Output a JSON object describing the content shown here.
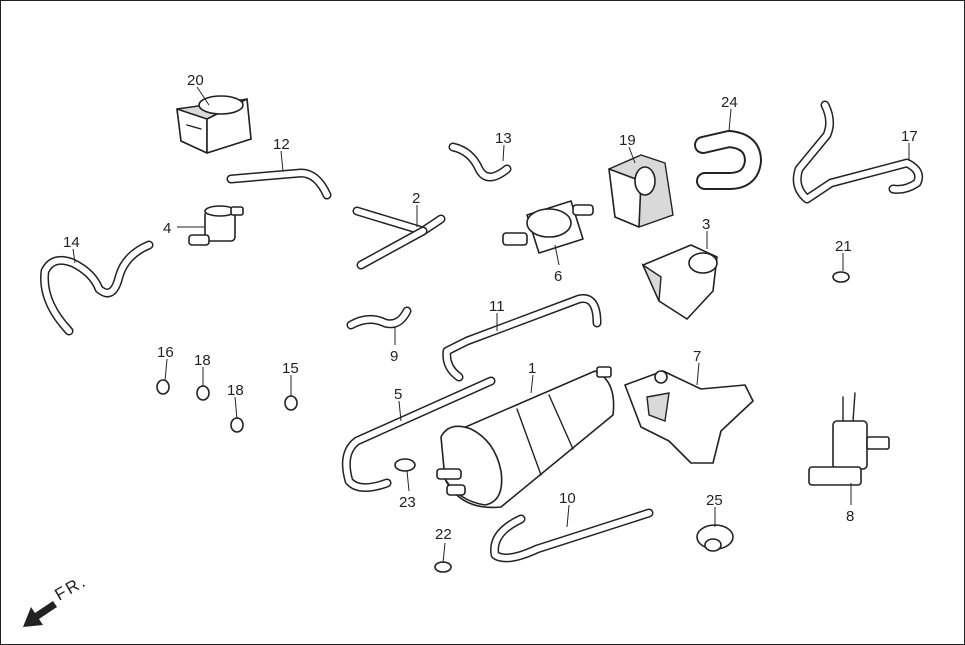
{
  "direction_label": "FR.",
  "callouts": [
    {
      "id": "c1",
      "label": "1"
    },
    {
      "id": "c2",
      "label": "2"
    },
    {
      "id": "c3",
      "label": "3"
    },
    {
      "id": "c4",
      "label": "4"
    },
    {
      "id": "c5",
      "label": "5"
    },
    {
      "id": "c6",
      "label": "6"
    },
    {
      "id": "c7",
      "label": "7"
    },
    {
      "id": "c8",
      "label": "8"
    },
    {
      "id": "c9",
      "label": "9"
    },
    {
      "id": "c10",
      "label": "10"
    },
    {
      "id": "c11",
      "label": "11"
    },
    {
      "id": "c12",
      "label": "12"
    },
    {
      "id": "c13",
      "label": "13"
    },
    {
      "id": "c14",
      "label": "14"
    },
    {
      "id": "c15",
      "label": "15"
    },
    {
      "id": "c16",
      "label": "16"
    },
    {
      "id": "c17",
      "label": "17"
    },
    {
      "id": "c18a",
      "label": "18"
    },
    {
      "id": "c18b",
      "label": "18"
    },
    {
      "id": "c19",
      "label": "19"
    },
    {
      "id": "c20",
      "label": "20"
    },
    {
      "id": "c21",
      "label": "21"
    },
    {
      "id": "c22",
      "label": "22"
    },
    {
      "id": "c23",
      "label": "23"
    },
    {
      "id": "c24",
      "label": "24"
    },
    {
      "id": "c25",
      "label": "25"
    }
  ]
}
